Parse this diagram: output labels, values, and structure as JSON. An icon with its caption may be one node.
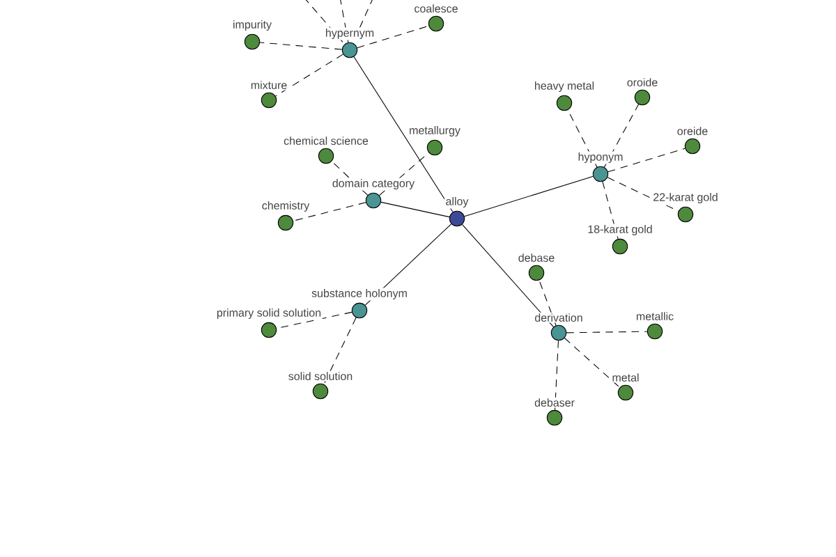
{
  "diagram": {
    "nodes": [
      {
        "text": [
          "alloy"
        ]
      },
      {
        "text": [
          "hypernym"
        ]
      },
      {
        "text": [
          "impurity"
        ]
      },
      {
        "text": [
          "coalesce"
        ]
      },
      {
        "text": [
          "mixture"
        ]
      },
      {
        "text": [
          "domain category"
        ]
      },
      {
        "text": [
          "chemical science"
        ]
      },
      {
        "text": [
          "metallurgy"
        ]
      },
      {
        "text": [
          "chemistry"
        ]
      },
      {
        "text": [
          "hyponym"
        ]
      },
      {
        "text": [
          "heavy metal"
        ]
      },
      {
        "text": [
          "oroide"
        ]
      },
      {
        "text": [
          "oreide"
        ]
      },
      {
        "text": [
          "22-karat gold"
        ]
      },
      {
        "text": [
          "18-karat gold"
        ]
      },
      {
        "text": [
          "substance holonym"
        ]
      },
      {
        "text": [
          "primary solid solution"
        ]
      },
      {
        "text": [
          "solid solution"
        ]
      },
      {
        "text": [
          "derivation"
        ]
      },
      {
        "text": [
          "debase"
        ]
      },
      {
        "text": [
          "metallic"
        ]
      },
      {
        "text": [
          "metal"
        ]
      },
      {
        "text": [
          "debaser"
        ]
      }
    ],
    "edges": [
      {
        "from": 0,
        "to": 1,
        "arrow": "none"
      },
      {
        "from": 0,
        "to": 5,
        "arrow": "none"
      },
      {
        "from": 0,
        "to": 9,
        "arrow": "none"
      },
      {
        "from": 0,
        "to": 15,
        "arrow": "none"
      },
      {
        "from": 0,
        "to": 18,
        "arrow": "none"
      },
      {
        "from": 1,
        "to": 2,
        "arrow": "none",
        "style": "dashed"
      },
      {
        "from": 1,
        "to": 3,
        "arrow": "none",
        "style": "dashed"
      },
      {
        "from": 1,
        "to": 4,
        "arrow": "none",
        "style": "dashed"
      },
      {
        "from": null,
        "to": 1,
        "arrow": "none",
        "style": "dashed"
      },
      {
        "from": null,
        "to": 1,
        "arrow": "none",
        "style": "dashed"
      },
      {
        "from": null,
        "to": 1,
        "arrow": "none",
        "style": "dashed"
      },
      {
        "from": 5,
        "to": 6,
        "arrow": "none",
        "style": "dashed"
      },
      {
        "from": 5,
        "to": 7,
        "arrow": "none",
        "style": "dashed"
      },
      {
        "from": 5,
        "to": 8,
        "arrow": "none",
        "style": "dashed"
      },
      {
        "from": 9,
        "to": 10,
        "arrow": "none",
        "style": "dashed"
      },
      {
        "from": 9,
        "to": 11,
        "arrow": "none",
        "style": "dashed"
      },
      {
        "from": 9,
        "to": 12,
        "arrow": "none",
        "style": "dashed"
      },
      {
        "from": 9,
        "to": 13,
        "arrow": "none",
        "style": "dashed"
      },
      {
        "from": 9,
        "to": 14,
        "arrow": "none",
        "style": "dashed"
      },
      {
        "from": 15,
        "to": 16,
        "arrow": "none",
        "style": "dashed"
      },
      {
        "from": 15,
        "to": 17,
        "arrow": "none",
        "style": "dashed"
      },
      {
        "from": 18,
        "to": 19,
        "arrow": "none",
        "style": "dashed"
      },
      {
        "from": 18,
        "to": 20,
        "arrow": "none",
        "style": "dashed"
      },
      {
        "from": 18,
        "to": 21,
        "arrow": "none",
        "style": "dashed"
      },
      {
        "from": 18,
        "to": 22,
        "arrow": "none",
        "style": "dashed"
      }
    ]
  }
}
